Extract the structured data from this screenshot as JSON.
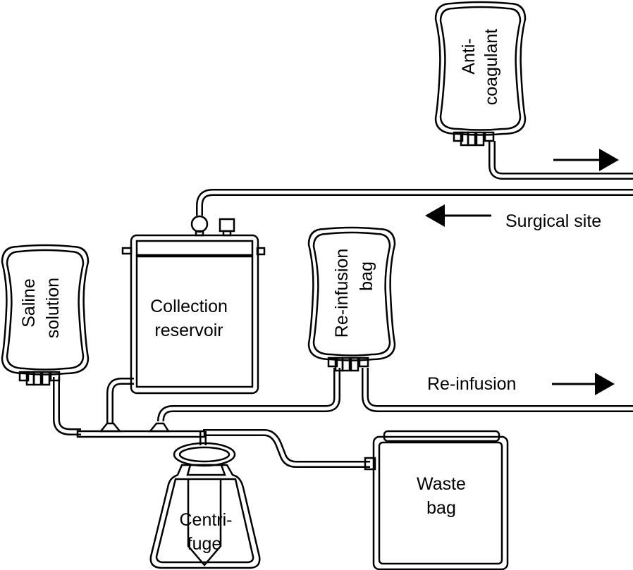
{
  "labels": {
    "anticoagulant": [
      "Anti-",
      "coagulant"
    ],
    "surgical_site": "Surgical site",
    "collection_reservoir": [
      "Collection",
      "reservoir"
    ],
    "saline_solution": [
      "Saline",
      "solution"
    ],
    "reinfusion_bag": [
      "Re-infusion",
      "bag"
    ],
    "reinfusion": "Re-infusion",
    "centrifuge": [
      "Centri-",
      "fuge"
    ],
    "waste_bag": [
      "Waste",
      "bag"
    ]
  },
  "colors": {
    "line": "#000000",
    "background": "#ffffff"
  }
}
